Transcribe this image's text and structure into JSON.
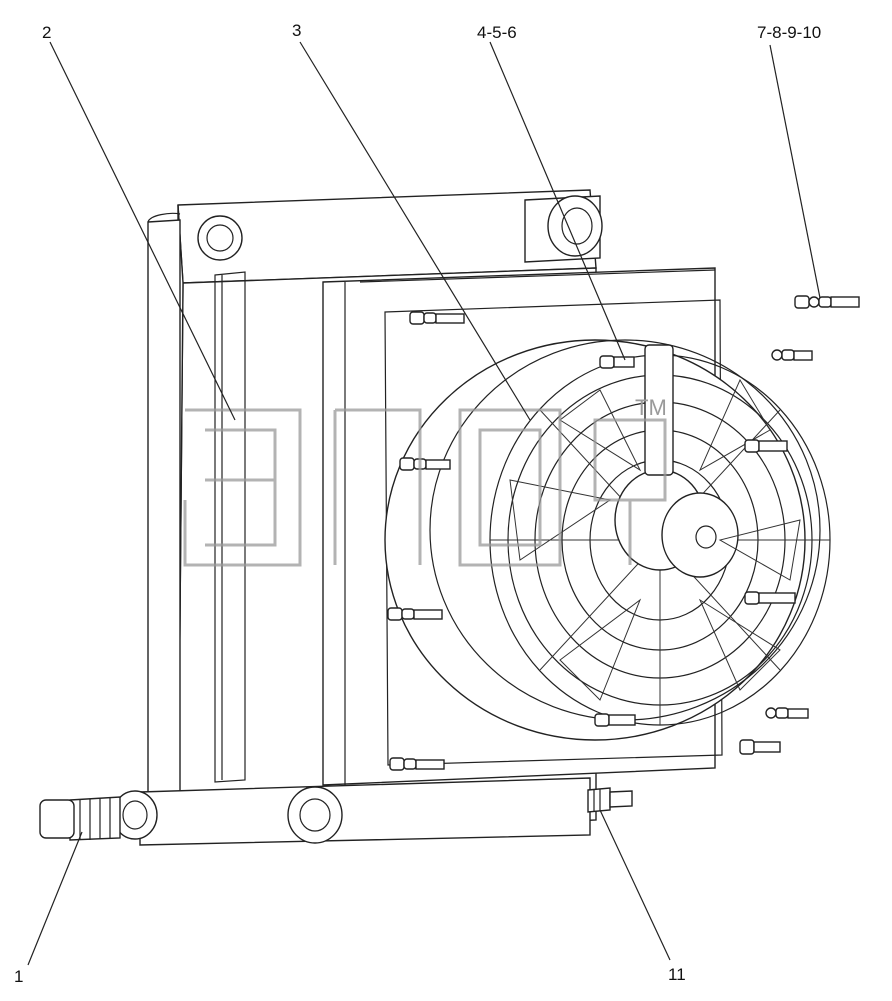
{
  "labels": {
    "l1": "1",
    "l2": "2",
    "l3": "3",
    "l456": "4-5-6",
    "l78910": "7-8-9-10",
    "l11": "11"
  },
  "watermark": {
    "trademark": "TM"
  }
}
